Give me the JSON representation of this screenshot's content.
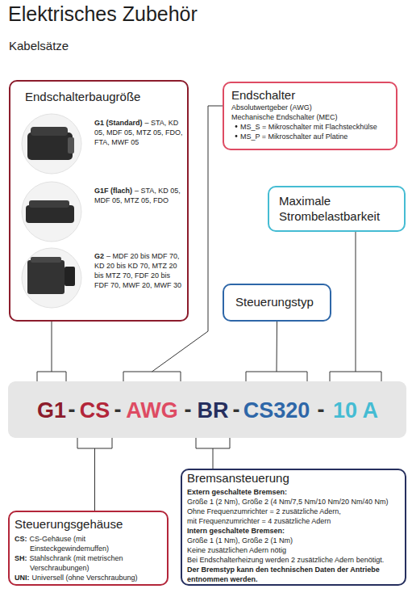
{
  "diagram": {
    "title": "Elektrisches Zubehör",
    "nodes": [
      {
        "text": [
          "Endschalterbaugröße",
          "G1 (Standard)",
          "– STA, KD 05, MDF 05, MTZ 05, FDO, FTA, MWF 05",
          "G1F (flach)",
          "– STA, KD 05, MDF 05, MTZ 05, FDO",
          "G2",
          "– MDF 20 bis MDF 70, KD 20 bis KD 70, MTZ 20 bis MTZ 70, FDF 20 bis FDF 70, MWF 20, MWF 30"
        ]
      },
      {
        "text": [
          "Endschalter",
          "Absolutwertgeber (AWG)",
          "Mechanische Endschalter (MEC)",
          "MS_S = Mikroschalter mit Flachsteckhülse",
          "MS_P = Mikroschalter auf Platine"
        ]
      },
      {
        "text": [
          "Maximale Strombelastbarkeit"
        ]
      },
      {
        "text": [
          "Steuerungstyp"
        ]
      },
      {
        "text": [
          "-",
          "-",
          "-",
          "-",
          "-"
        ]
      },
      {
        "text": [
          "G1"
        ],
        "in": 4
      },
      {
        "text": [
          "CS"
        ],
        "in": 4
      },
      {
        "text": [
          "AWG"
        ],
        "in": 4
      },
      {
        "text": [
          "BR"
        ],
        "in": 4
      },
      {
        "text": [
          "CS320"
        ],
        "in": 4
      },
      {
        "text": [
          "10 A"
        ],
        "in": 4
      },
      {
        "text": [
          "Steuerungsgehäuse",
          "CS:",
          "CS-Gehäuse (mit Einsteckgewindemuffen)",
          "SH:",
          "Stahlschrank (mit metrischen Verschraubungen)",
          "UNI:",
          "Universell (ohne Verschraubung)"
        ]
      },
      {
        "text": [
          "Bremsansteuerung",
          "Extern geschaltete Bremsen:",
          "Größe 1 (2 Nm), Größe 2 (4 Nm/7,5 Nm/10 Nm/20 Nm/40 Nm)",
          "Ohne Frequenzumrichter = 2 zusätzliche Adern,",
          "mit Frequenzumrichter = 4 zusätzliche Adern",
          "Intern geschaltete Bremsen:",
          "Größe 1 (1 Nm), Größe 2 (1 Nm)",
          "Keine zusätzlichen Adern nötig",
          "Bei Endschalterheizung werden 2 zusätzliche Adern benötigt.",
          "Der Bremstyp kann den technischen Daten der Antriebe entnommen werden."
        ]
      }
    ],
    "edges": [
      {
        "from": 0,
        "to": 5,
        "arrow": "none"
      },
      {
        "from": 1,
        "to": 7,
        "arrow": "none"
      },
      {
        "from": 3,
        "to": 9,
        "arrow": "none"
      },
      {
        "from": 2,
        "to": 10,
        "arrow": "none"
      },
      {
        "from": 6,
        "to": 11,
        "arrow": "none"
      },
      {
        "from": 8,
        "to": 12,
        "arrow": "none"
      }
    ],
    "labels": [
      "Kabelsätze"
    ]
  }
}
